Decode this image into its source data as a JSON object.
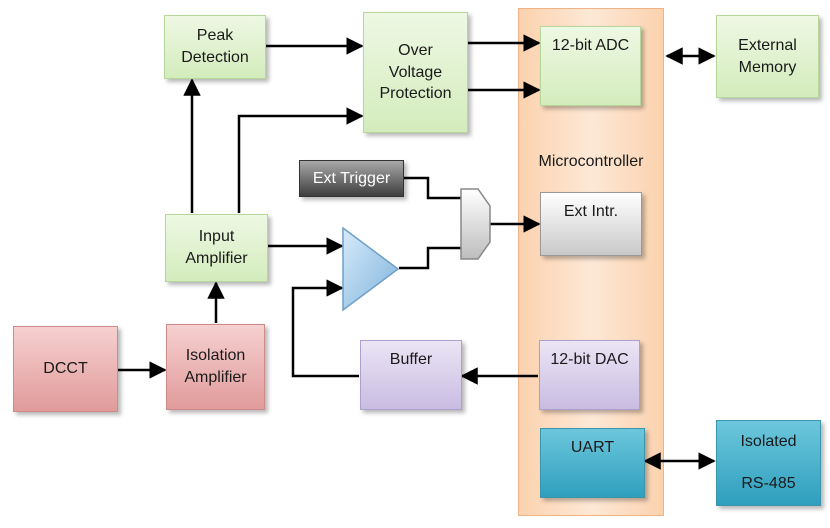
{
  "blocks": {
    "peak_detection": [
      "Peak",
      "Detection"
    ],
    "over_voltage_protection": [
      "Over",
      "Voltage",
      "Protection"
    ],
    "adc": "12-bit ADC",
    "external_memory": [
      "External",
      "Memory"
    ],
    "microcontroller": "Microcontroller",
    "ext_trigger": "Ext Trigger",
    "ext_intr": "Ext Intr.",
    "input_amplifier": [
      "Input",
      "Amplifier"
    ],
    "dcct": "DCCT",
    "isolation_amplifier": [
      "Isolation",
      "Amplifier"
    ],
    "buffer": "Buffer",
    "dac": "12-bit DAC",
    "uart": "UART",
    "isolated_rs485": [
      "Isolated",
      "RS-485"
    ]
  },
  "colors": {
    "green_block": "#d9eec6",
    "pink_block": "#e6a6a6",
    "purple_block": "#cfc4e6",
    "teal_block": "#3aa8c6",
    "mcu_orange": "#fbd7b6",
    "comparator_blue": "#9cc8ea",
    "wire": "#000000"
  }
}
